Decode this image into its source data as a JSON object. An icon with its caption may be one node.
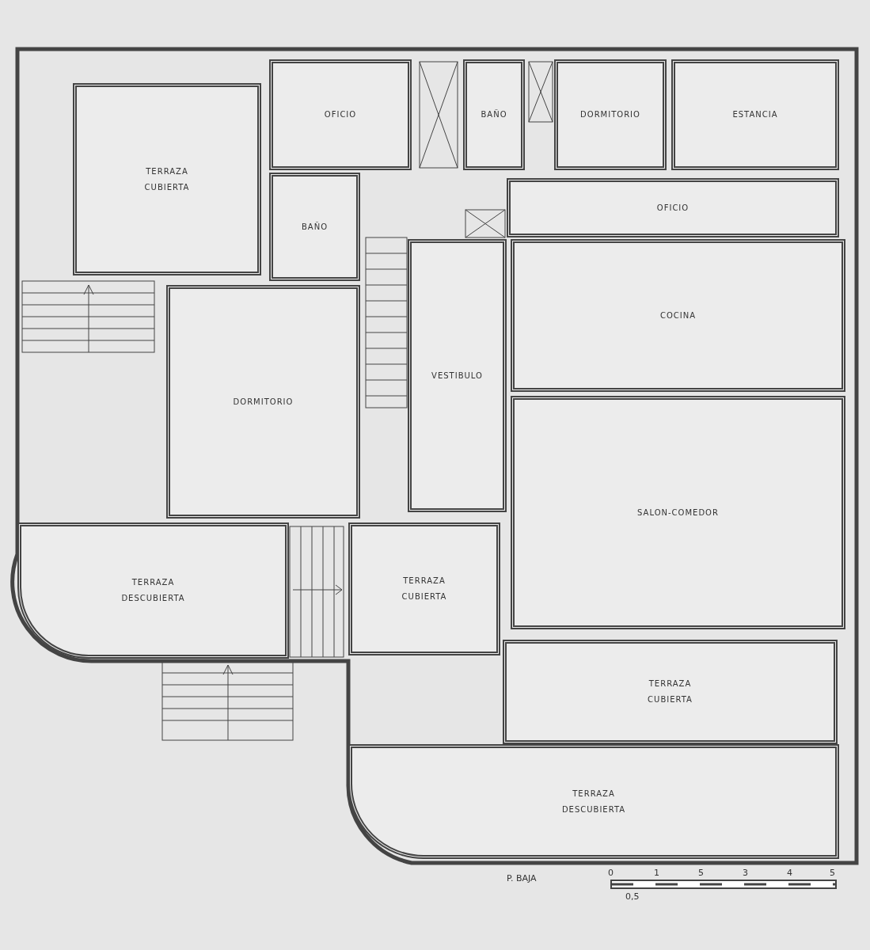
{
  "diagram": {
    "nodes": [
      {
        "text": [
          "TERRAZA CUBIERTA"
        ]
      },
      {
        "text": [
          "OFICIO"
        ]
      },
      {
        "text": [
          "BAÑO"
        ]
      },
      {
        "text": [
          "DORMITORIO"
        ]
      },
      {
        "text": [
          "ESTANCIA"
        ]
      },
      {
        "text": [
          "BAÑO"
        ]
      },
      {
        "text": [
          "OFICIO"
        ]
      },
      {
        "text": [
          "COCINA"
        ]
      },
      {
        "text": [
          "DORMITORIO"
        ]
      },
      {
        "text": [
          "VESTIBULO"
        ]
      },
      {
        "text": [
          "SALON-COMEDOR"
        ]
      },
      {
        "text": [
          "TERRAZA DESCUBIERTA"
        ]
      },
      {
        "text": [
          "TERRAZA CUBIERTA"
        ]
      },
      {
        "text": [
          "TERRAZA CUBIERTA"
        ]
      },
      {
        "text": [
          "TERRAZA DESCUBIERTA"
        ]
      }
    ],
    "labels": [
      "P. BAJA",
      "0",
      "1",
      "5",
      "3",
      "4",
      "5",
      "0,5"
    ]
  }
}
